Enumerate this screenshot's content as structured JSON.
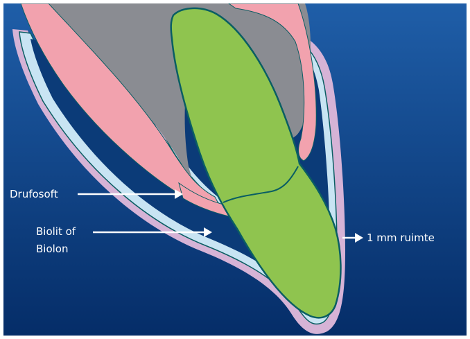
{
  "labels": {
    "drufosoft": "Drufosoft",
    "biolit_line1": "Biolit of",
    "biolit_line2": "Biolon",
    "space": "1 mm ruimte"
  },
  "colors": {
    "background_top": "#1f5ea8",
    "background_bottom": "#052d68",
    "tooth_green": "#8fc44f",
    "gum_pink": "#f2a2ae",
    "bone_gray": "#8a8c92",
    "foil_lightblue": "#c8e4f3",
    "outer_lilac": "#d6b3d6",
    "outline_teal": "#0a5e63",
    "arrow_white": "#ffffff"
  }
}
